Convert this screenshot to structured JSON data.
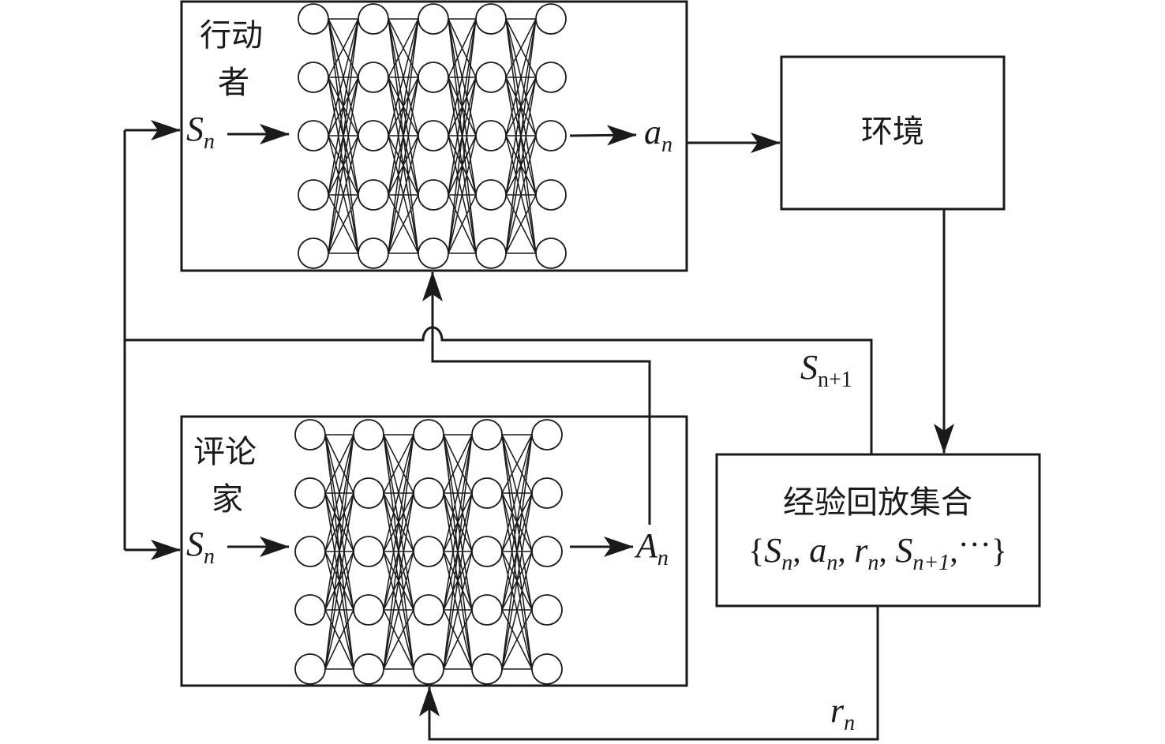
{
  "actor": {
    "title": "行动者",
    "title_lines": [
      "行动",
      "者"
    ],
    "input_label": "S",
    "input_sub": "n",
    "output_label": "a",
    "output_sub": "n",
    "layers": [
      5,
      5,
      5,
      5,
      5
    ]
  },
  "critic": {
    "title": "评论家",
    "title_lines": [
      "评论",
      "家"
    ],
    "input_label": "S",
    "input_sub": "n",
    "output_label": "A",
    "output_sub": "n",
    "layers": [
      5,
      5,
      5,
      5,
      5
    ]
  },
  "environment": {
    "title": "环境"
  },
  "replay_buffer": {
    "title": "经验回放集合",
    "contents": "{Sn, an, rn, Sn+1, ···}",
    "items": [
      {
        "main": "S",
        "sub": "n"
      },
      {
        "main": "a",
        "sub": "n"
      },
      {
        "main": "r",
        "sub": "n"
      },
      {
        "main": "S",
        "sub": "n+1"
      }
    ],
    "ellipsis": "···"
  },
  "edges": {
    "next_state": {
      "main": "S",
      "sub": "n+1"
    },
    "reward": {
      "main": "r",
      "sub": "n"
    }
  }
}
